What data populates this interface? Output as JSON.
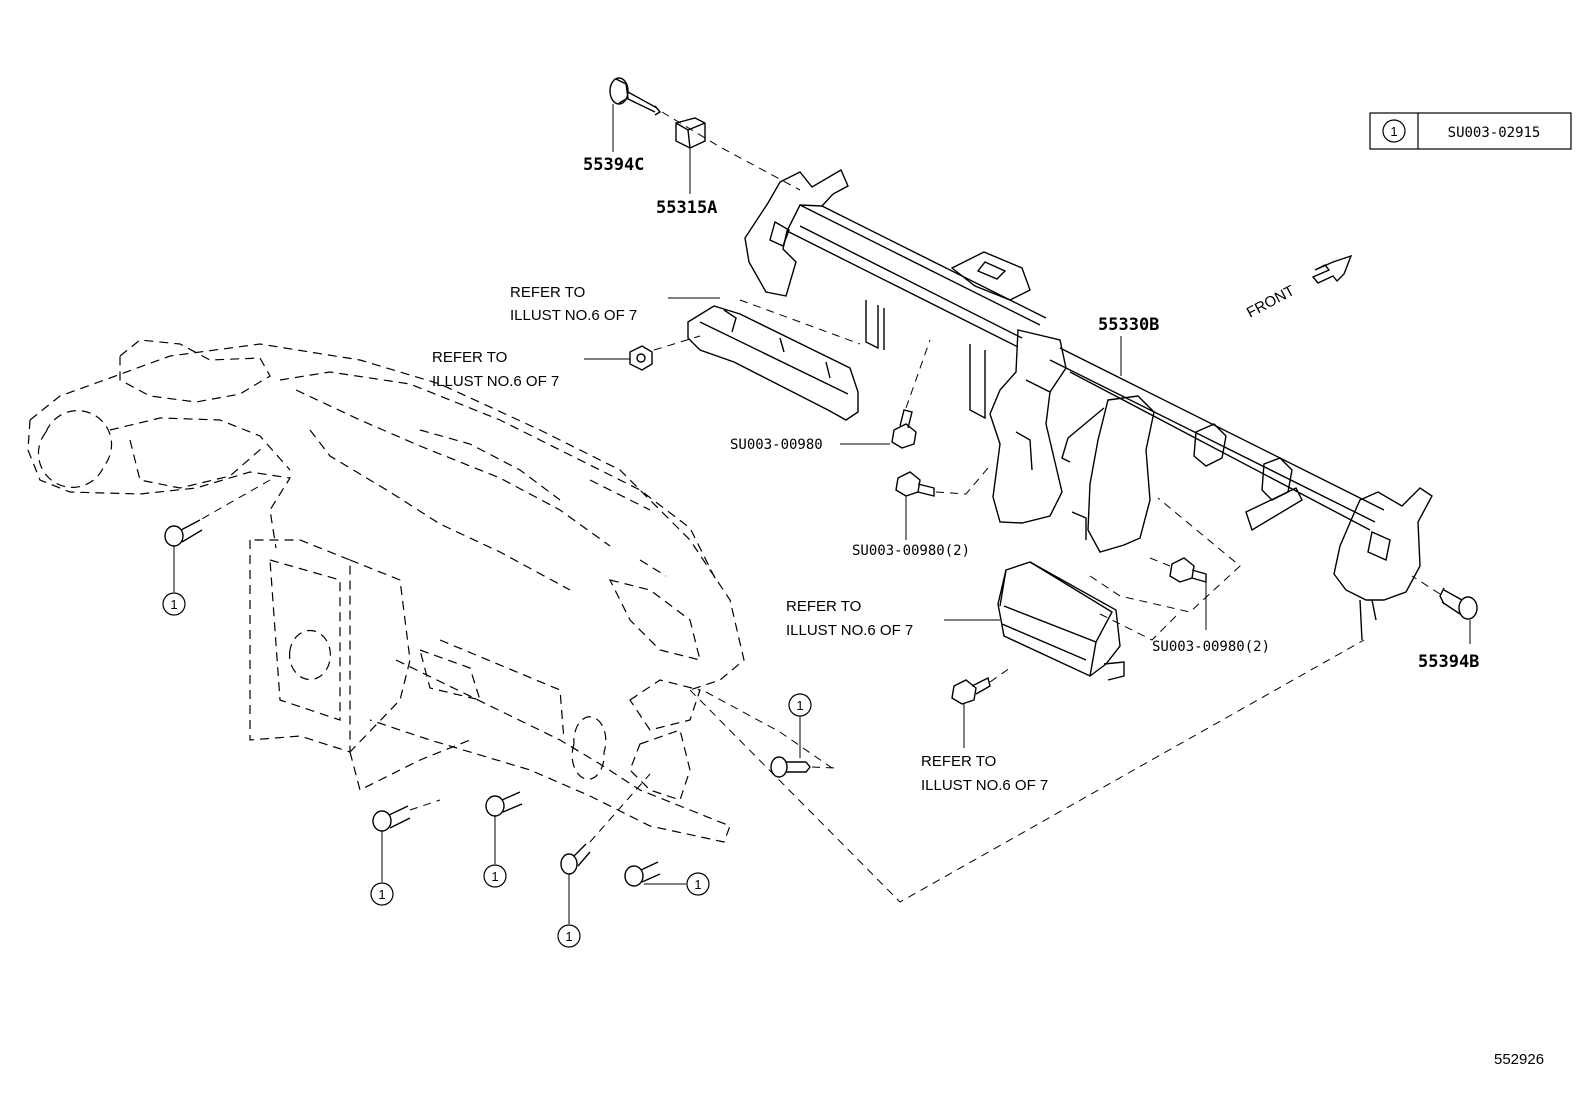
{
  "diagram": {
    "legend": {
      "key": "1",
      "part_number": "SU003-02915"
    },
    "parts": {
      "p55394C": "55394C",
      "p55315A": "55315A",
      "p55330B": "55330B",
      "p55394B": "55394B",
      "su_a": "SU003-00980",
      "su_b": "SU003-00980(2)",
      "su_c": "SU003-00980(2)"
    },
    "refers": {
      "r1_line1": "REFER TO",
      "r1_line2": "ILLUST NO.6 OF 7",
      "r2_line1": "REFER TO",
      "r2_line2": "ILLUST NO.6 OF 7",
      "r3_line1": "REFER TO",
      "r3_line2": "ILLUST NO.6 OF 7",
      "r4_line1": "REFER TO",
      "r4_line2": "ILLUST NO.6 OF 7"
    },
    "front_label": "FRONT",
    "callout_key": "1",
    "illustration_number": "552926"
  }
}
